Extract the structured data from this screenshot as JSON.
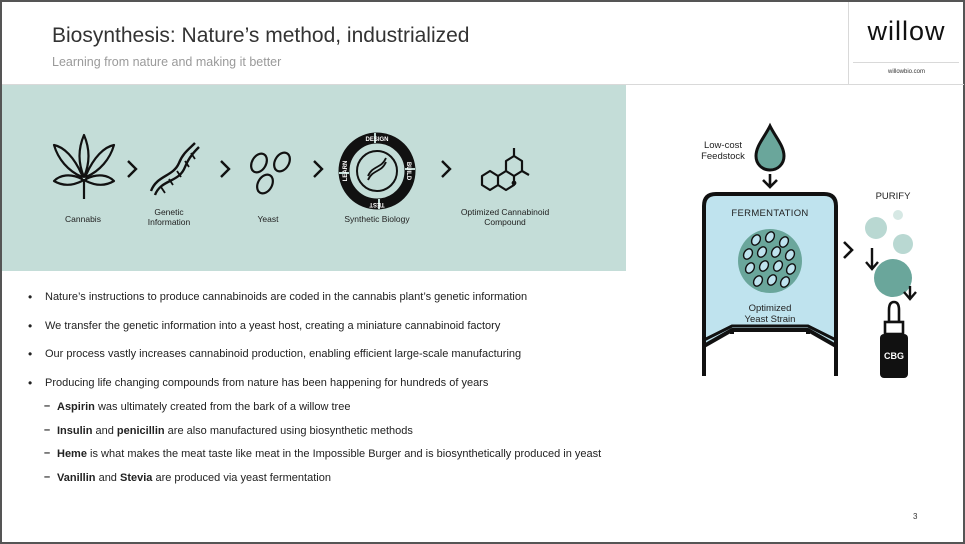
{
  "header": {
    "title": "Biosynthesis: Nature’s method, industrialized",
    "subtitle": "Learning from nature and making it better"
  },
  "logo": {
    "wordmark": "willow",
    "url": "willowbio.com"
  },
  "process": {
    "steps": [
      {
        "label": "Cannabis",
        "icon": "cannabis-leaf-icon"
      },
      {
        "label": "Genetic\nInformation",
        "icon": "dna-icon"
      },
      {
        "label": "Yeast",
        "icon": "yeast-cells-icon"
      },
      {
        "label": "Synthetic Biology",
        "icon": "design-build-test-learn-cycle-icon"
      },
      {
        "label": "Optimized Cannabinoid\nCompound",
        "icon": "molecule-icon"
      }
    ],
    "cycle_words": {
      "design": "DESIGN",
      "build": "BUILD",
      "test": "TEST",
      "learn": "LEARN"
    }
  },
  "bullets": [
    {
      "text": "Nature’s instructions to produce cannabinoids are coded in the cannabis plant’s genetic information"
    },
    {
      "text": "We transfer the genetic information into a yeast host, creating a miniature cannabinoid factory"
    },
    {
      "text": "Our process vastly increases cannabinoid production, enabling efficient large-scale manufacturing"
    },
    {
      "text": "Producing life changing compounds from nature has been happening for hundreds of years"
    }
  ],
  "subbullets": [
    {
      "bold1": "Aspirin",
      "rest1": " was ultimately created from the bark of a willow tree"
    },
    {
      "bold1": "Insulin",
      "mid": " and ",
      "bold2": "penicillin",
      "rest2": " are also manufactured using biosynthetic methods"
    },
    {
      "bold1": "Heme",
      "rest1": " is what makes the meat taste like meat in the Impossible Burger and is biosynthetically produced in yeast"
    },
    {
      "bold1": "Vanillin",
      "mid": " and ",
      "bold2": "Stevia",
      "rest2": " are produced via yeast fermentation"
    }
  ],
  "diagram": {
    "feedstock_label": "Low-cost\nFeedstock",
    "fermentation_label": "FERMENTATION",
    "strain_label": "Optimized\nYeast Strain",
    "purify_label": "PURIFY",
    "bottle_label": "CBG"
  },
  "colors": {
    "band": "#c4ddd8",
    "tank": "#bfe3ee",
    "teal": "#6aa69b",
    "teal_light": "#b9d8d2"
  },
  "page_number": "3"
}
